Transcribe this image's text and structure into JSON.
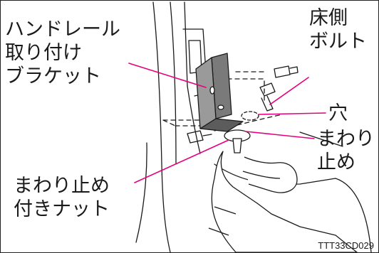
{
  "labels": {
    "handrail_bracket": [
      "ハンドレール",
      "取り付け",
      "ブラケット"
    ],
    "floor_bolt": [
      "床側",
      "ボルト"
    ],
    "hole": [
      "穴"
    ],
    "anti_rotation": [
      "まわり",
      "止め"
    ],
    "nut": [
      "まわり止め",
      "付きナット"
    ]
  },
  "figure_code": "TTT33CD029",
  "colors": {
    "leader_line": "#e6007e",
    "line_art": "#1a1a1a",
    "bracket_shade": "#6e6e6e"
  }
}
